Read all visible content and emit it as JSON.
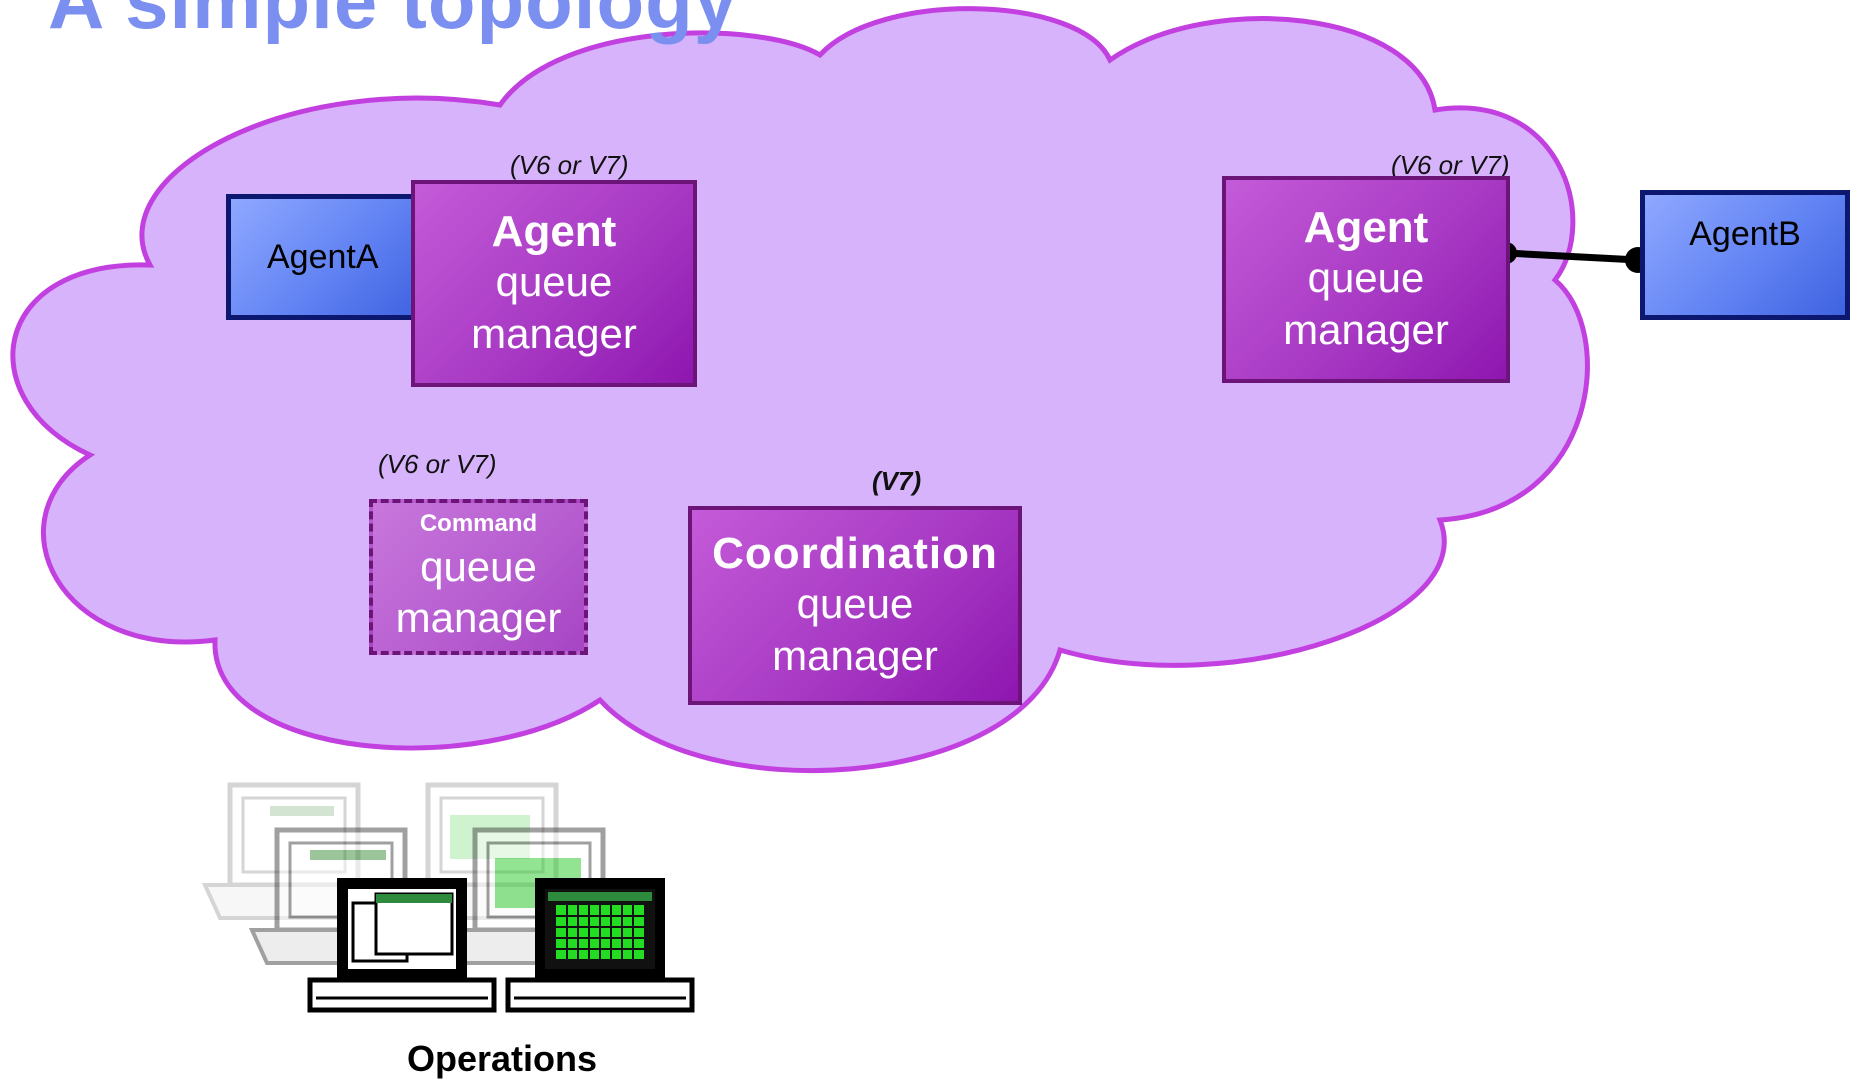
{
  "title": "A simple topology",
  "colors": {
    "cloud_fill": "#d6b3fb",
    "cloud_stroke": "#c23fe0",
    "queue_manager": "#a83ac4",
    "agent_box": "#5e80f2",
    "title": "#7b8ff0"
  },
  "agents": {
    "a": "AgentA",
    "b": "AgentB"
  },
  "queue_managers": {
    "agent_left": {
      "version": "(V6 or V7)",
      "role": "Agent",
      "line1": "queue",
      "line2": "manager"
    },
    "agent_right": {
      "version": "(V6 or V7)",
      "role": "Agent",
      "line1": "queue",
      "line2": "manager"
    },
    "command": {
      "version": "(V6 or V7)",
      "role": "Command",
      "line1": "queue",
      "line2": "manager"
    },
    "coordination": {
      "version": "(V7)",
      "role": "Coordination",
      "line1": "queue",
      "line2": "manager"
    }
  },
  "operations_label": "Operations",
  "icons": [
    "cloud-icon",
    "laptop-icon"
  ]
}
